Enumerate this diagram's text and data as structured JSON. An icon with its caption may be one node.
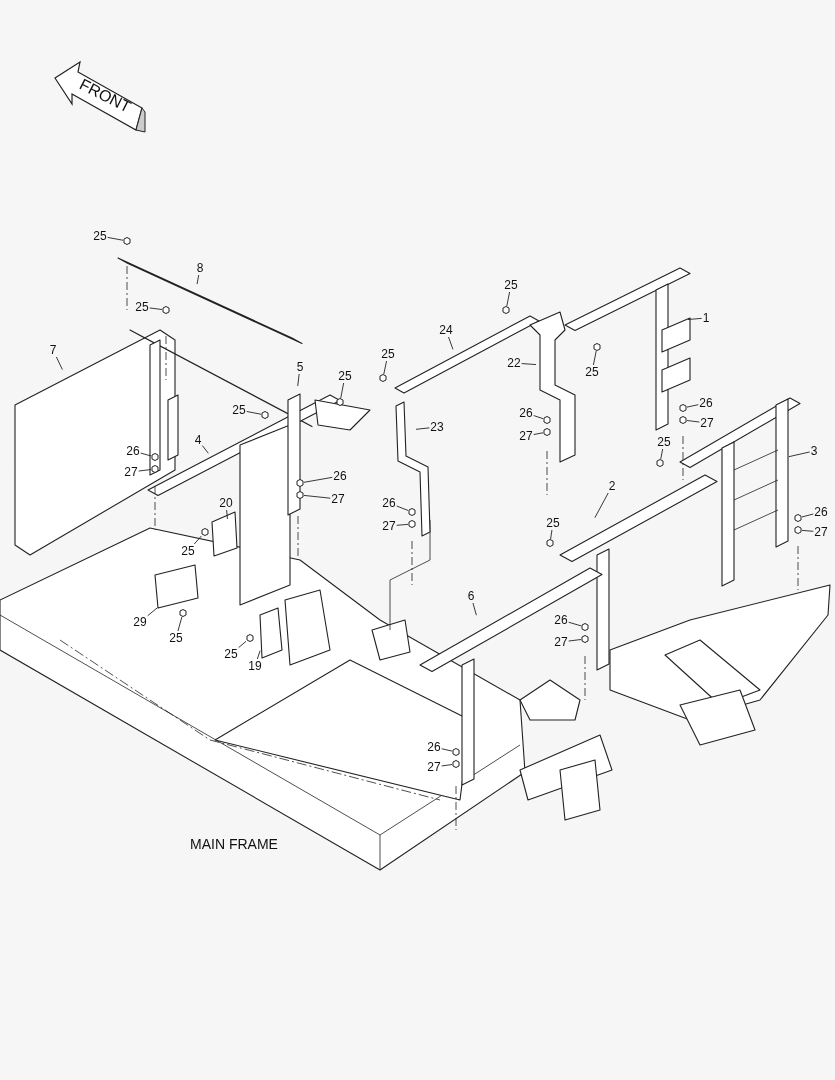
{
  "diagram": {
    "nodes": [
      {
        "text": [
          "25"
        ]
      },
      {
        "text": [
          "8"
        ]
      },
      {
        "text": [
          "25"
        ]
      },
      {
        "text": [
          "7"
        ]
      },
      {
        "text": [
          "5"
        ]
      },
      {
        "text": [
          "25"
        ]
      },
      {
        "text": [
          "25"
        ]
      },
      {
        "text": [
          "4"
        ]
      },
      {
        "text": [
          "26"
        ]
      },
      {
        "text": [
          "27"
        ]
      },
      {
        "text": [
          "26"
        ]
      },
      {
        "text": [
          "27"
        ]
      },
      {
        "text": [
          "20"
        ]
      },
      {
        "text": [
          "25"
        ]
      },
      {
        "text": [
          "29"
        ]
      },
      {
        "text": [
          "25"
        ]
      },
      {
        "text": [
          "25"
        ]
      },
      {
        "text": [
          "19"
        ]
      },
      {
        "text": [
          "25"
        ]
      },
      {
        "text": [
          "24"
        ]
      },
      {
        "text": [
          "23"
        ]
      },
      {
        "text": [
          "26"
        ]
      },
      {
        "text": [
          "27"
        ]
      },
      {
        "text": [
          "25"
        ]
      },
      {
        "text": [
          "22"
        ]
      },
      {
        "text": [
          "26"
        ]
      },
      {
        "text": [
          "27"
        ]
      },
      {
        "text": [
          "25"
        ]
      },
      {
        "text": [
          "1"
        ]
      },
      {
        "text": [
          "26"
        ]
      },
      {
        "text": [
          "27"
        ]
      },
      {
        "text": [
          "25"
        ]
      },
      {
        "text": [
          "3"
        ]
      },
      {
        "text": [
          "26"
        ]
      },
      {
        "text": [
          "27"
        ]
      },
      {
        "text": [
          "25"
        ]
      },
      {
        "text": [
          "2"
        ]
      },
      {
        "text": [
          "6"
        ]
      },
      {
        "text": [
          "26"
        ]
      },
      {
        "text": [
          "27"
        ]
      },
      {
        "text": [
          "26"
        ]
      },
      {
        "text": [
          "27"
        ]
      },
      {
        "text": [],
        "shape": "bolt"
      },
      {
        "text": [],
        "shape": "bolt"
      },
      {
        "text": [],
        "shape": "bolt"
      },
      {
        "text": [],
        "shape": "bolt"
      },
      {
        "text": [],
        "shape": "bolt"
      },
      {
        "text": [],
        "shape": "bolt"
      },
      {
        "text": [],
        "shape": "bolt"
      },
      {
        "text": [],
        "shape": "bolt"
      },
      {
        "text": [],
        "shape": "bolt"
      },
      {
        "text": [],
        "shape": "bolt"
      },
      {
        "text": [],
        "shape": "bolt"
      },
      {
        "text": [],
        "shape": "bolt"
      },
      {
        "text": [],
        "shape": "bolt"
      },
      {
        "text": [],
        "shape": "bolt"
      },
      {
        "text": [],
        "shape": "bolt"
      },
      {
        "text": [],
        "shape": "bolt"
      },
      {
        "text": [],
        "shape": "bolt"
      },
      {
        "text": [],
        "shape": "bolt"
      },
      {
        "text": [],
        "shape": "bolt"
      },
      {
        "text": [],
        "shape": "bolt"
      },
      {
        "text": [],
        "shape": "bolt"
      },
      {
        "text": [],
        "shape": "bolt"
      },
      {
        "text": [],
        "shape": "bolt"
      },
      {
        "text": [],
        "shape": "bolt"
      },
      {
        "text": [],
        "shape": "bolt"
      },
      {
        "text": [],
        "shape": "bolt"
      },
      {
        "text": [],
        "shape": "bolt"
      },
      {
        "text": [],
        "shape": "bolt"
      }
    ],
    "edges": [
      {
        "from": 0,
        "to": 42,
        "arrow": "none"
      },
      {
        "from": 1,
        "to": null,
        "arrow": "none"
      },
      {
        "from": 2,
        "to": 43,
        "arrow": "none"
      },
      {
        "from": 3,
        "to": null,
        "arrow": "none"
      },
      {
        "from": 4,
        "to": null,
        "arrow": "none"
      },
      {
        "from": 5,
        "to": 44,
        "arrow": "none"
      },
      {
        "from": 6,
        "to": 45,
        "arrow": "none"
      },
      {
        "from": 7,
        "to": null,
        "arrow": "none"
      },
      {
        "from": 8,
        "to": 46,
        "arrow": "none"
      },
      {
        "from": 9,
        "to": 47,
        "arrow": "none"
      },
      {
        "from": 10,
        "to": 48,
        "arrow": "none"
      },
      {
        "from": 11,
        "to": 49,
        "arrow": "none"
      },
      {
        "from": 12,
        "to": null,
        "arrow": "none"
      },
      {
        "from": 13,
        "to": 50,
        "arrow": "none"
      },
      {
        "from": 14,
        "to": null,
        "arrow": "none"
      },
      {
        "from": 15,
        "to": 51,
        "arrow": "none"
      },
      {
        "from": 16,
        "to": 52,
        "arrow": "none"
      },
      {
        "from": 17,
        "to": null,
        "arrow": "none"
      },
      {
        "from": 18,
        "to": 53,
        "arrow": "none"
      },
      {
        "from": 19,
        "to": null,
        "arrow": "none"
      },
      {
        "from": 20,
        "to": null,
        "arrow": "none"
      },
      {
        "from": 21,
        "to": 54,
        "arrow": "none"
      },
      {
        "from": 22,
        "to": 55,
        "arrow": "none"
      },
      {
        "from": 23,
        "to": 56,
        "arrow": "none"
      },
      {
        "from": 24,
        "to": null,
        "arrow": "none"
      },
      {
        "from": 25,
        "to": 57,
        "arrow": "none"
      },
      {
        "from": 26,
        "to": 58,
        "arrow": "none"
      },
      {
        "from": 27,
        "to": 59,
        "arrow": "none"
      },
      {
        "from": 28,
        "to": null,
        "arrow": "none"
      },
      {
        "from": 29,
        "to": 60,
        "arrow": "none"
      },
      {
        "from": 30,
        "to": 61,
        "arrow": "none"
      },
      {
        "from": 31,
        "to": 62,
        "arrow": "none"
      },
      {
        "from": 32,
        "to": null,
        "arrow": "none"
      },
      {
        "from": 33,
        "to": 63,
        "arrow": "none"
      },
      {
        "from": 34,
        "to": 64,
        "arrow": "none"
      },
      {
        "from": 35,
        "to": 65,
        "arrow": "none"
      },
      {
        "from": 36,
        "to": null,
        "arrow": "none"
      },
      {
        "from": 37,
        "to": null,
        "arrow": "none"
      },
      {
        "from": 38,
        "to": 66,
        "arrow": "none"
      },
      {
        "from": 39,
        "to": 67,
        "arrow": "none"
      },
      {
        "from": 40,
        "to": 68,
        "arrow": "none"
      },
      {
        "from": 41,
        "to": 69,
        "arrow": "none"
      }
    ],
    "labels": [
      "FRONT",
      "MAIN FRAME"
    ]
  }
}
